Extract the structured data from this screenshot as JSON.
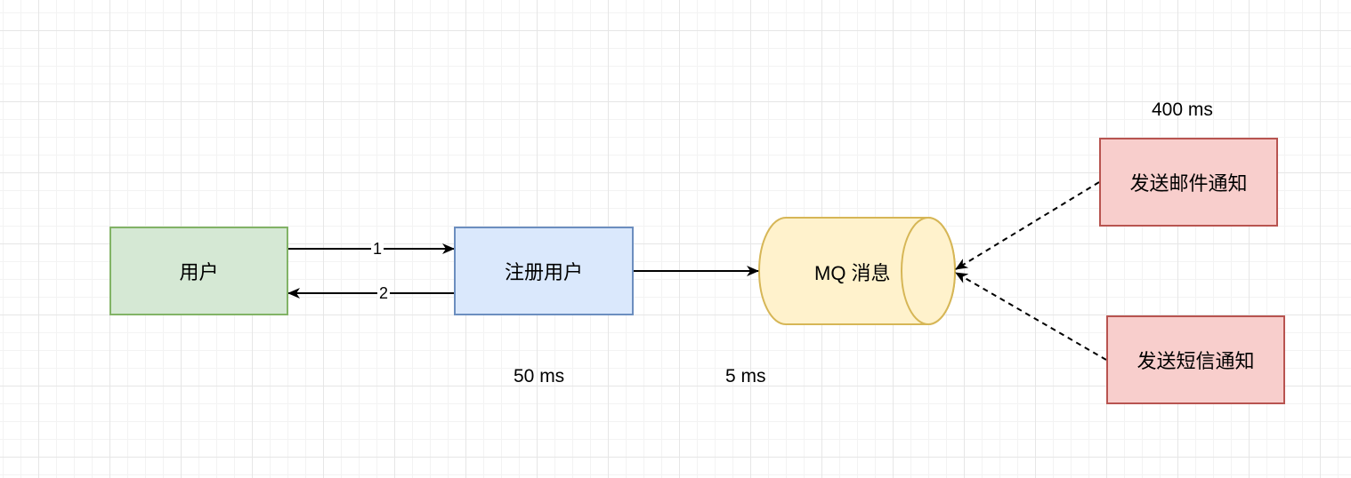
{
  "nodes": {
    "user": "用户",
    "register": "注册用户",
    "mq": "MQ 消息",
    "email": "发送邮件通知",
    "sms": "发送短信通知"
  },
  "edges": {
    "user_to_register": "1",
    "register_to_user": "2"
  },
  "timings": {
    "register": "50 ms",
    "mq": "5 ms",
    "email": "400 ms"
  },
  "colors": {
    "user_fill": "#d5e8d4",
    "register_fill": "#dae8fc",
    "mq_fill": "#fff2cc",
    "notify_fill": "#f8cecc"
  }
}
